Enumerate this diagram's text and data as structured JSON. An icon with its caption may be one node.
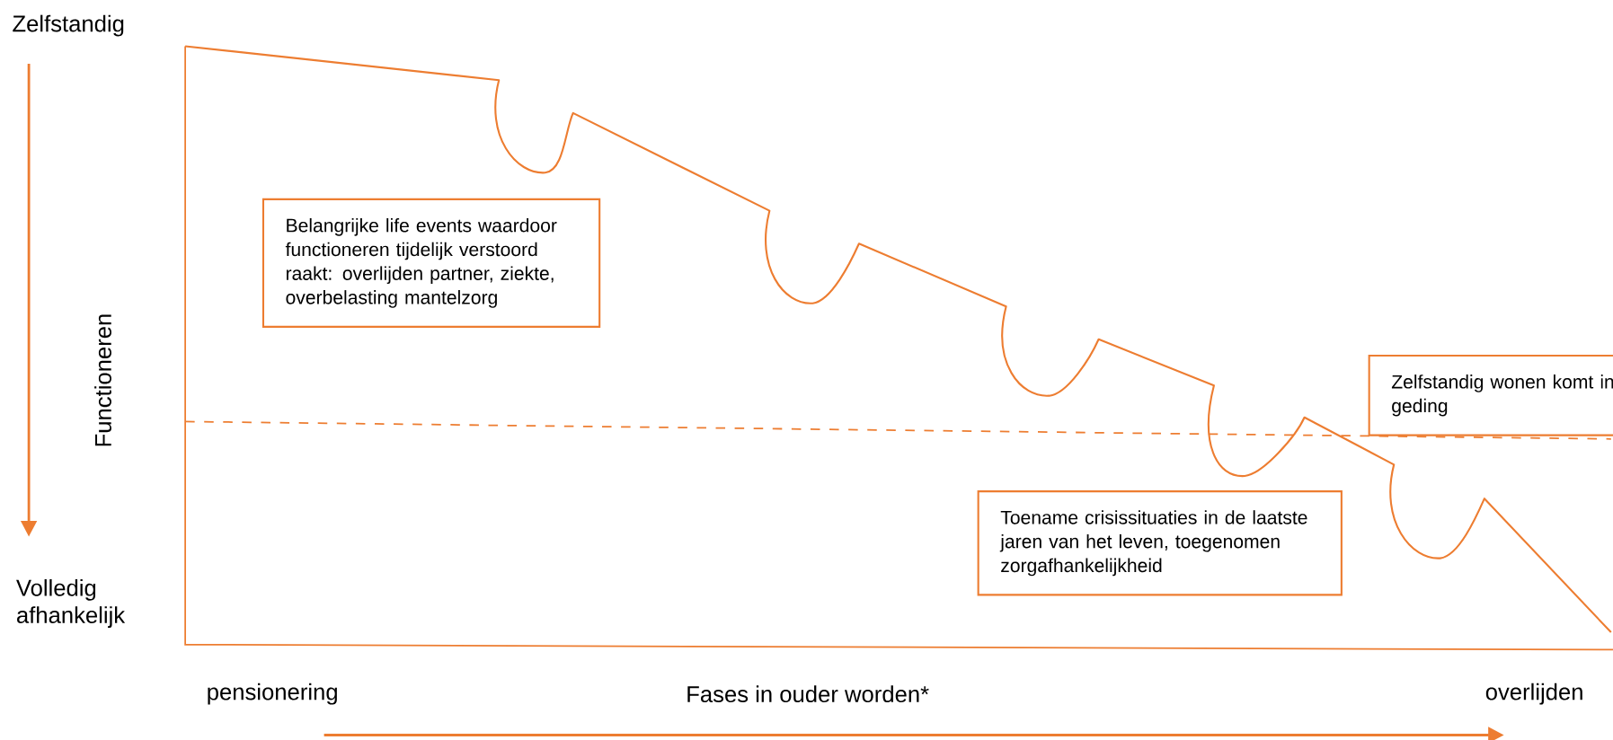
{
  "diagram": {
    "nodes": [
      {
        "text": [
          "Belangrijke life events waardoor functioneren tijdelijk verstoord raakt: overlijden partner, ziekte, overbelasting mantelzorg"
        ]
      },
      {
        "text": [
          "Zelfstandig wonen komt in geding"
        ]
      },
      {
        "text": [
          "Toename crisissituaties in de laatste jaren van het leven, toegenomen zorgafhankelijkheid"
        ]
      }
    ],
    "labels": [
      "Zelfstandig",
      "Functioneren",
      "Volledig afhankelijk",
      "pensionering",
      "Fases in ouder worden*",
      "overlijden"
    ]
  }
}
